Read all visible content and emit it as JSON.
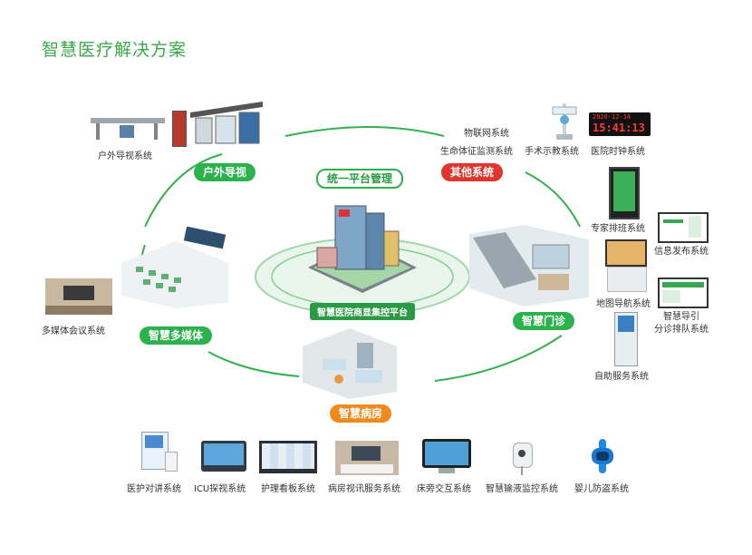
{
  "title": "智慧医疗解决方案",
  "hub": {
    "platform_title": "统一平台管理",
    "center_label": "智慧医院商显集控平台"
  },
  "categories": {
    "outdoor": "户外导视",
    "other": "其他系统",
    "clinic": "智慧门诊",
    "ward": "智慧病房",
    "multimedia": "智慧多媒体"
  },
  "systems": {
    "outdoor_guide": "户外导视系统",
    "iot": "物联网系统",
    "vital_monitor": "生命体征监测系统",
    "surgery_teaching": "手术示教系统",
    "hospital_clock": "医院时钟系统",
    "expert_schedule": "专家排班系统",
    "info_publish": "信息发布系统",
    "map_nav": "地图导航系统",
    "smart_guide_1": "智慧导引",
    "smart_guide_2": "分诊排队系统",
    "self_service": "自助服务系统",
    "multimedia_meeting": "多媒体会议系统",
    "nurse_intercom": "医护对讲系统",
    "icu_visit": "ICU探视系统",
    "nursing_board": "护理看板系统",
    "ward_video": "病房视讯服务系统",
    "bedside": "床旁交互系统",
    "infusion": "智慧输液监控系统",
    "infant_security": "婴儿防盗系统"
  },
  "clock_display": {
    "date": "2020-12-14",
    "time": "15:41:13"
  },
  "colors": {
    "green": "#2bb24c",
    "red": "#e0352b",
    "orange": "#f08a1c",
    "title_green": "#3aa84a"
  }
}
